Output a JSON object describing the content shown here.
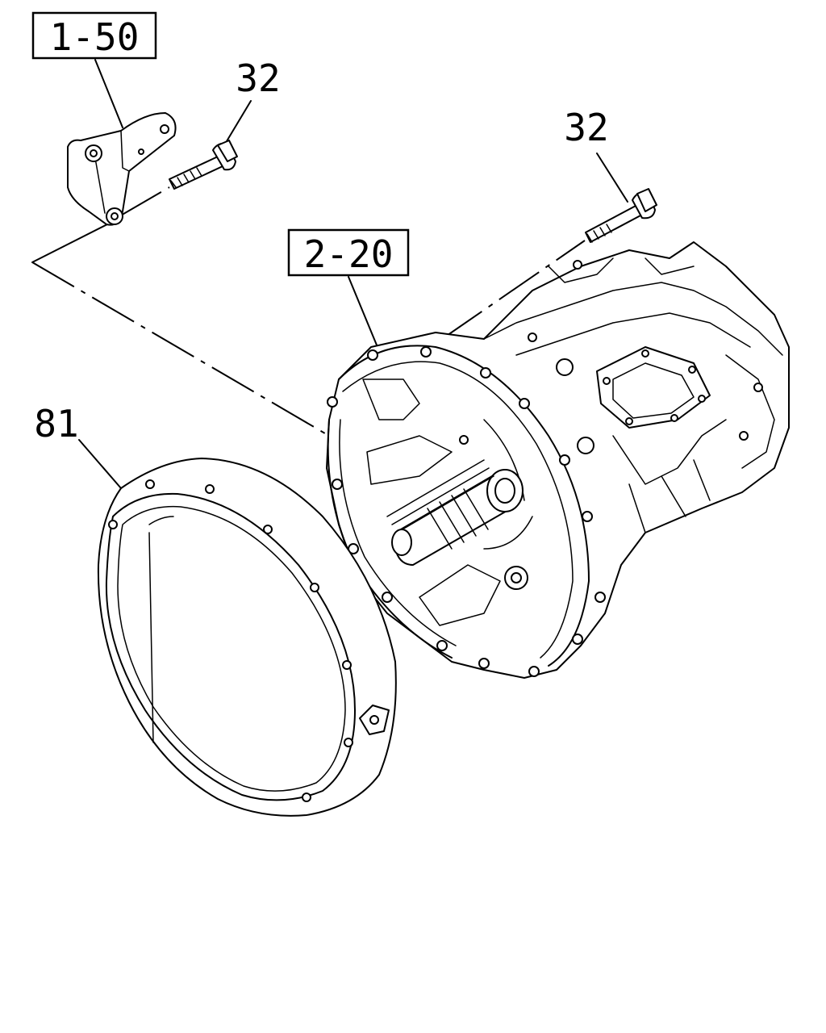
{
  "diagram": {
    "callouts": {
      "bracket_ref": "1-50",
      "transmission_ref": "2-20",
      "bolt_upper": "32",
      "bolt_right": "32",
      "ring": "81"
    }
  }
}
